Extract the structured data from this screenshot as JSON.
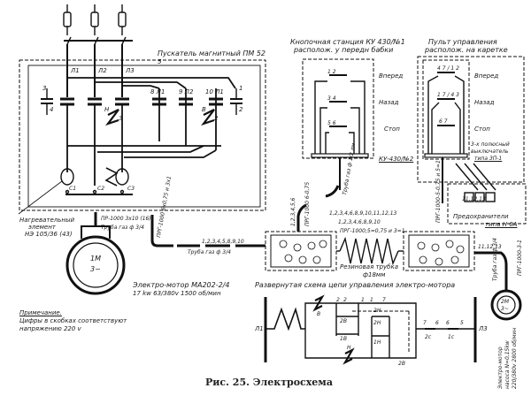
{
  "caption": "Рис. 25. Электросхема",
  "starter": {
    "title": "Пускатель магнитный ПМ 52",
    "phase_labels": [
      "Л1",
      "Л2",
      "Л3"
    ],
    "aux_labels": [
      "8 Л1",
      "9 Л2",
      "10 Л1"
    ],
    "contact_numbers": [
      "3",
      "4",
      "1",
      "2",
      "5"
    ],
    "coil_labels": [
      "Н",
      "3",
      "В",
      "2"
    ],
    "heater_labels": [
      "C1",
      "C2",
      "C3"
    ]
  },
  "button_station": {
    "title_line1": "Кнопочная станция КУ 430/№1",
    "title_line2": "располож. у передн бабки",
    "buttons": [
      {
        "label": "Вперед",
        "contacts": "1 2"
      },
      {
        "label": "Назад",
        "contacts": "3 4"
      },
      {
        "label": "Стоп",
        "contacts": "5 6"
      }
    ],
    "tube_label": "Труба газ ф 1/2 дм"
  },
  "control_panel": {
    "title_line1": "Пульт управления",
    "title_line2": "располож. на каретке",
    "buttons": [
      {
        "label": "Вперед",
        "contacts": "4 7 / 1 2"
      },
      {
        "label": "Назад",
        "contacts": "1 7 / 4 3"
      },
      {
        "label": "Стоп",
        "contacts": "6 7"
      }
    ],
    "model_label": "КУ-430/№2",
    "switch_label_line1": "3-х полюсный",
    "switch_label_line2": "выключатель",
    "switch_label_line3": "типа ЗП-1",
    "fuses_line1": "Предохранители",
    "fuses_line2": "типа Н 6А",
    "wire_label": "ПРГ-1000-5-0,75 и 5=1",
    "terminal_label": "11,12,13"
  },
  "heater": {
    "line1": "Нагревательный",
    "line2": "элемент",
    "line3": "НЭ 105/36 (43)"
  },
  "wires": {
    "w1": "ПР-1000 3х10 (16)",
    "w1_tube": "Труба газ ф 3/4",
    "w2": "ПРГ-1000 6х0,75 и 3х1",
    "terminals_a": "1,2,3,4,5,8,9,10",
    "tube_a": "Труба газ ф 3/4",
    "terminals_b": "1,2,3,4,5,6",
    "wire_b": "ПРГ-1000 6-0,75",
    "terminals_c": "1,2,3,4,6,8,9,10,11,12,13",
    "terminals_d": "1,2,3,4,6,8,9,10",
    "wire_c": "ПРГ-1000;5=0,75 и 3=1",
    "rubber_tube_line1": "Резиновая трубка",
    "rubber_tube_line2": "ф18мм",
    "terminals_e": "11,12,13",
    "wire_e": "ПРГ-1000-3-1",
    "tube_e": "Труба газ ф 3/4"
  },
  "motor_main": {
    "symbol_line1": "1M",
    "symbol_line2": "3~",
    "desc_line1": "Электро-мотор МА202-2/4",
    "desc_line2": "17 kw 63/380v 1500 об/мин"
  },
  "motor_pump": {
    "symbol_line1": "2M",
    "symbol_line2": "3~",
    "desc_line1": "Электро-мотор",
    "desc_line2": "насоса N=0,15kw",
    "desc_line3": "220/380v 2800 об/мин"
  },
  "control_scheme": {
    "title": "Развернутая схема цепи управления электро-мотора",
    "left_bus": "Л1",
    "right_bus": "Л3",
    "labels": [
      "В",
      "2",
      "2",
      "1",
      "1",
      "7",
      "2Н",
      "2В",
      "1В",
      "3",
      "4",
      "2Н",
      "1Н",
      "Н",
      "3",
      "4",
      "4",
      "7",
      "2В",
      "7",
      "6",
      "6",
      "5",
      "2с",
      "1с"
    ]
  },
  "note": {
    "title": "Примечание.",
    "line1": "Цифры в скобках соответствуют",
    "line2": "напряжению 220 v"
  }
}
